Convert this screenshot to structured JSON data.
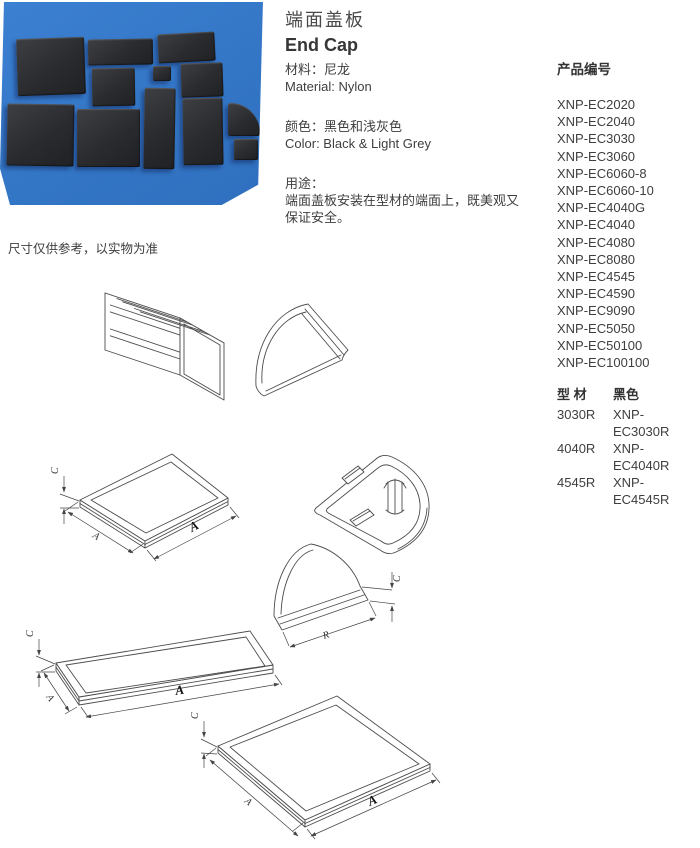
{
  "header": {
    "title_zh": "端面盖板",
    "title_en": "End Cap"
  },
  "specs": {
    "material_zh": "材料：尼龙",
    "material_en": "Material: Nylon",
    "color_zh": "颜色：黑色和浅灰色",
    "color_en": "Color: Black & Light Grey"
  },
  "usage": {
    "heading": "用途：",
    "line1": "端面盖板安装在型材的端面上，既美观又",
    "line2": "保证安全。"
  },
  "note": "尺寸仅供参考，以实物为准",
  "product_numbers": {
    "heading": "产品编号",
    "items": [
      "XNP-EC2020",
      "XNP-EC2040",
      "XNP-EC3030",
      "XNP-EC3060",
      "XNP-EC6060-8",
      "XNP-EC6060-10",
      "XNP-EC4040G",
      "XNP-EC4040",
      "XNP-EC4080",
      "XNP-EC8080",
      "XNP-EC4545",
      "XNP-EC4590",
      "XNP-EC9090",
      "XNP-EC5050",
      "XNP-EC50100",
      "XNP-EC100100"
    ]
  },
  "r_table": {
    "col_profile": "型 材",
    "col_black": "黑色",
    "rows": [
      [
        "3030R",
        "XNP-EC3030R"
      ],
      [
        "4040R",
        "XNP-EC4040R"
      ],
      [
        "4545R",
        "XNP-EC4545R"
      ]
    ]
  },
  "dims": {
    "thickness": "C",
    "width": "A",
    "radius": "R"
  },
  "colors": {
    "photo_background": "#3578C8",
    "cap_black": "#2C2D2F",
    "drawing_line": "#4D4D4D"
  }
}
